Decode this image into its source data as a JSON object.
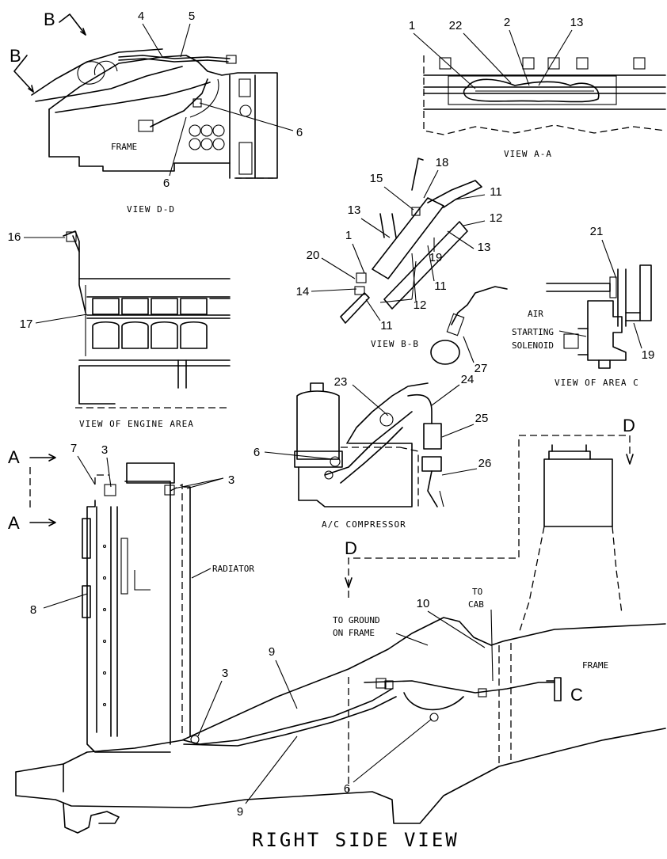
{
  "views": {
    "view_dd": "VIEW D-D",
    "view_aa": "VIEW A-A",
    "view_bb": "VIEW B-B",
    "view_area_c": "VIEW OF AREA C",
    "view_engine": "VIEW OF ENGINE AREA",
    "ac_compressor": "A/C COMPRESSOR",
    "right_side": "RIGHT SIDE VIEW"
  },
  "labels": {
    "frame": "FRAME",
    "radiator": "RADIATOR",
    "air_starting_1": "AIR",
    "air_starting_2": "STARTING",
    "air_starting_3": "SOLENOID",
    "to_ground_1": "TO GROUND",
    "to_ground_2": "ON FRAME",
    "to_cab_1": "TO",
    "to_cab_2": "CAB",
    "c": "C"
  },
  "section_markers": {
    "a": "A",
    "b": "B",
    "d": "D"
  },
  "callouts": {
    "n1": "1",
    "n2": "2",
    "n3": "3",
    "n4": "4",
    "n5": "5",
    "n6": "6",
    "n7": "7",
    "n8": "8",
    "n9": "9",
    "n10": "10",
    "n11": "11",
    "n12": "12",
    "n13": "13",
    "n14": "14",
    "n15": "15",
    "n16": "16",
    "n17": "17",
    "n18": "18",
    "n19": "19",
    "n20": "20",
    "n21": "21",
    "n22": "22",
    "n23": "23",
    "n24": "24",
    "n25": "25",
    "n26": "26",
    "n27": "27"
  }
}
